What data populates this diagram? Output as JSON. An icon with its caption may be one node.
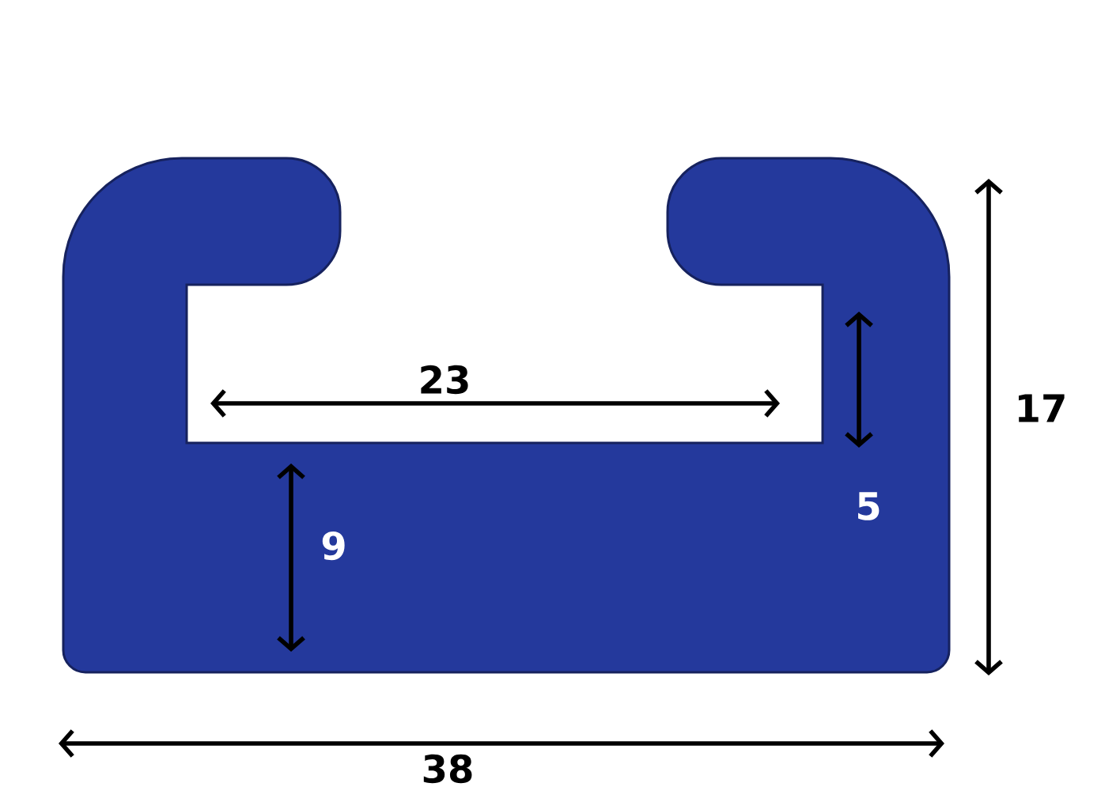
{
  "diagram": {
    "labels": [
      "23",
      "17",
      "5",
      "9",
      "38"
    ]
  }
}
